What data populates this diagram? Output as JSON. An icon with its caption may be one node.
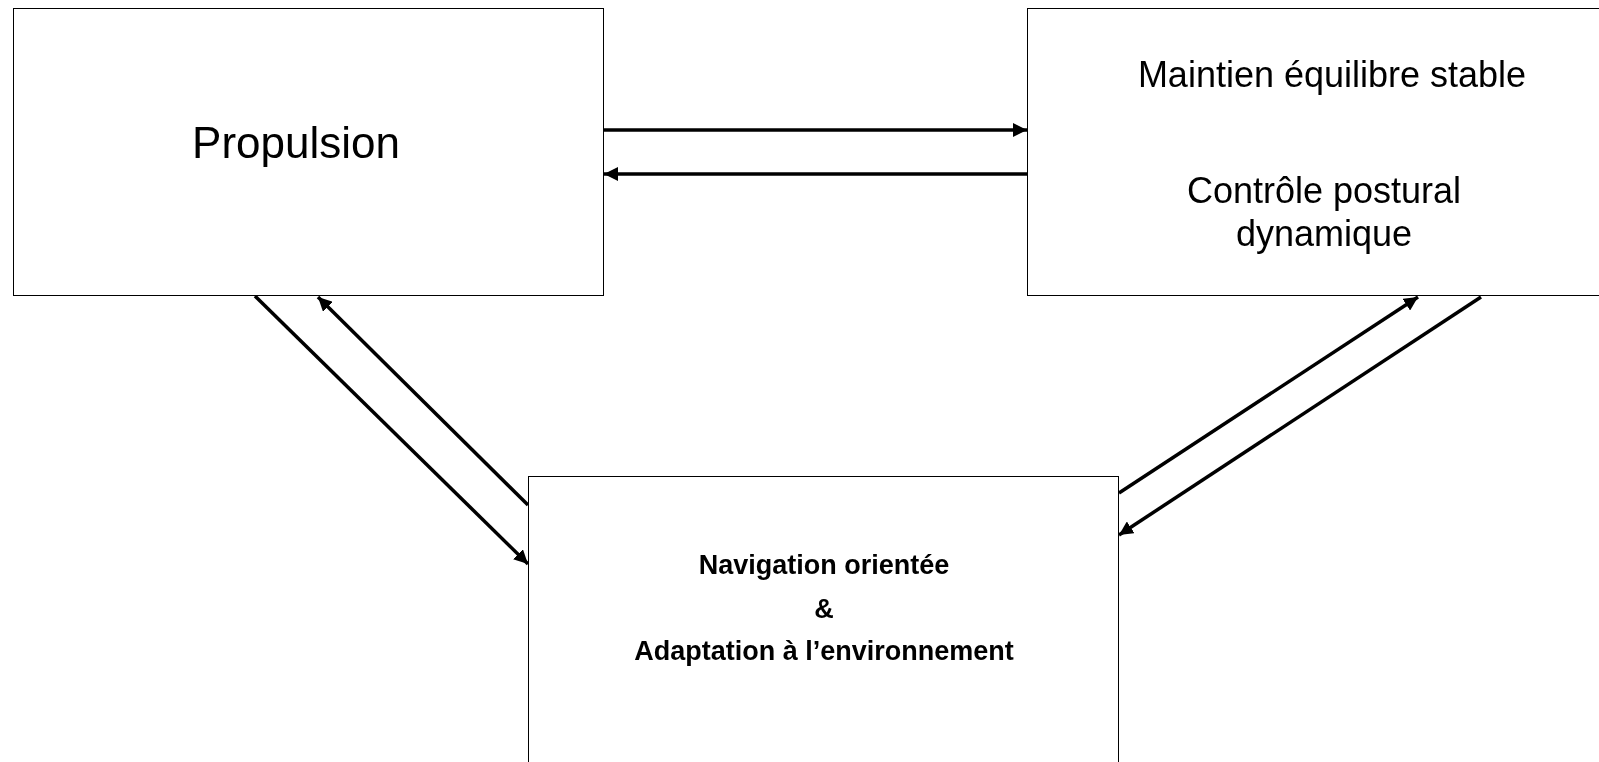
{
  "diagram": {
    "nodes": [
      {
        "text": [
          "Propulsion"
        ]
      },
      {
        "text": [
          "Maintien équilibre stable",
          "Contrôle postural dynamique"
        ]
      },
      {
        "text": [
          "Navigation orientée",
          "&",
          "Adaptation à l’environnement"
        ]
      }
    ],
    "edges": [
      {
        "from": 0,
        "to": 1,
        "arrow": "to"
      },
      {
        "from": 1,
        "to": 0,
        "arrow": "to"
      },
      {
        "from": 0,
        "to": 2,
        "arrow": "to"
      },
      {
        "from": 2,
        "to": 0,
        "arrow": "to"
      },
      {
        "from": 2,
        "to": 1,
        "arrow": "to"
      },
      {
        "from": 1,
        "to": 2,
        "arrow": "to"
      }
    ]
  }
}
